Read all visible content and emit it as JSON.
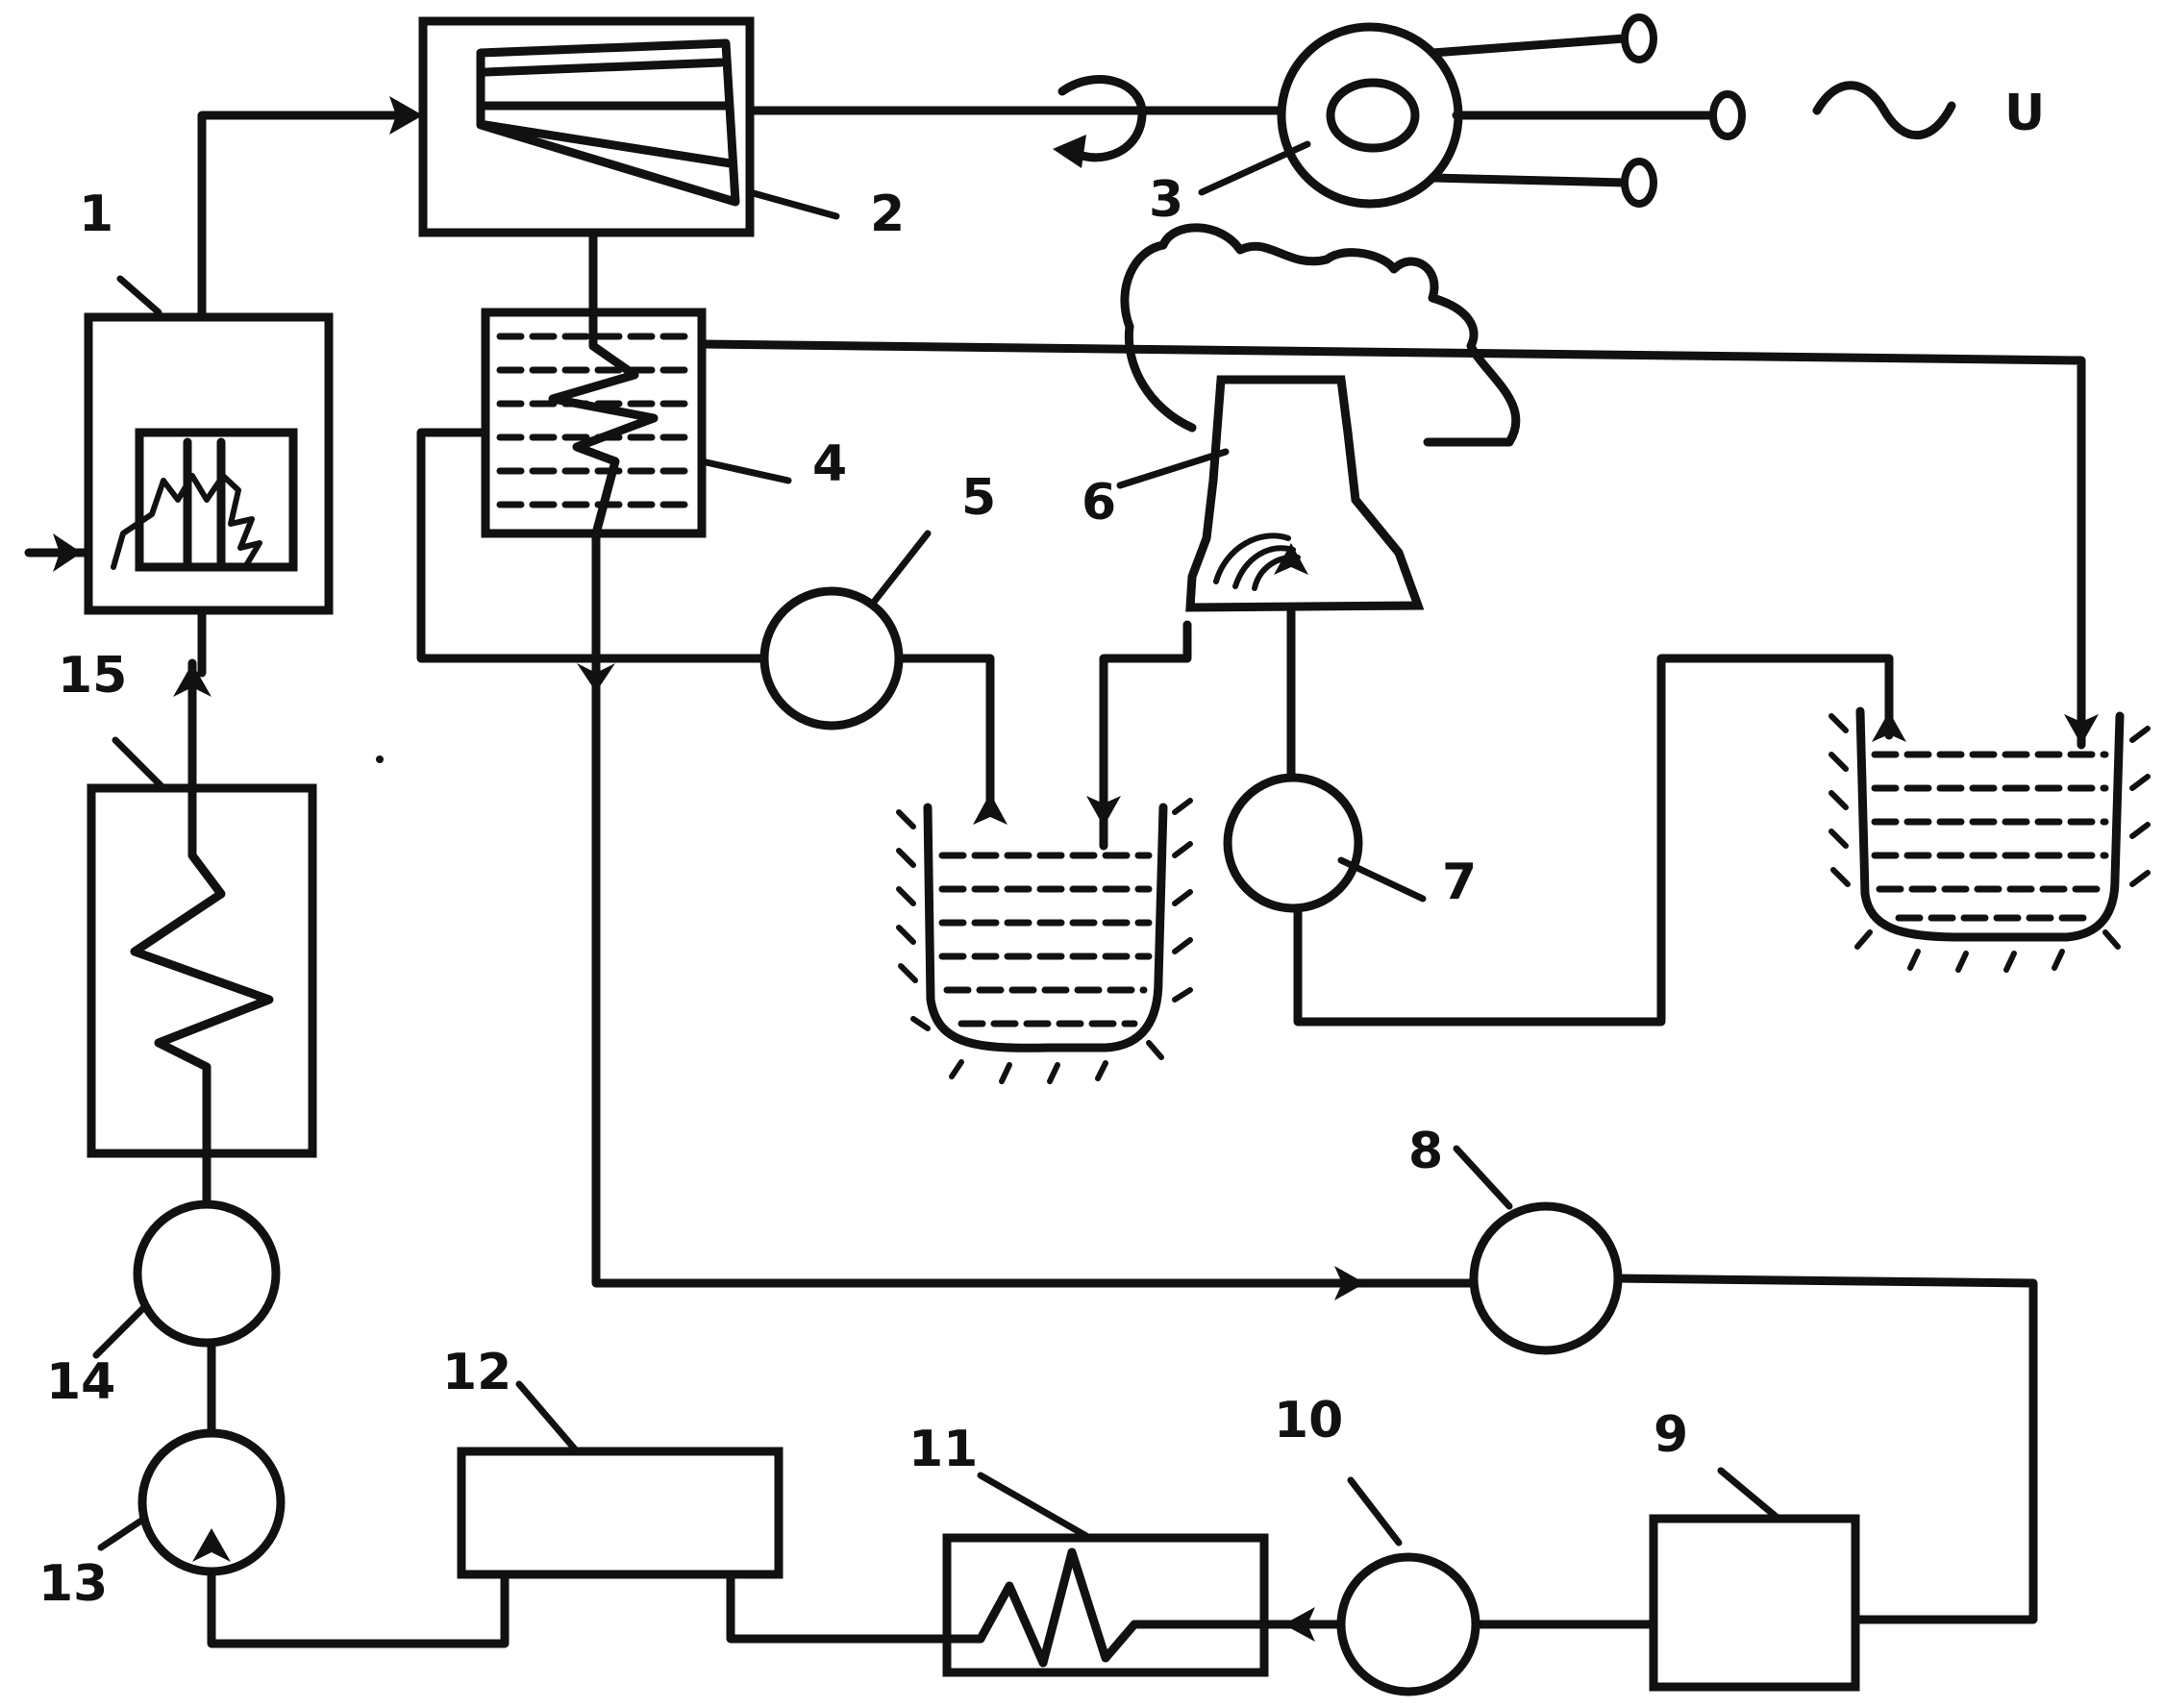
{
  "labels": {
    "l1": "1",
    "l2": "2",
    "l3": "3",
    "l4": "4",
    "l5": "5",
    "l6": "6",
    "l7": "7",
    "l8": "8",
    "l9": "9",
    "l10": "10",
    "l11": "11",
    "l12": "12",
    "l13": "13",
    "l14": "14",
    "l15": "15"
  },
  "voltage_label": "U"
}
